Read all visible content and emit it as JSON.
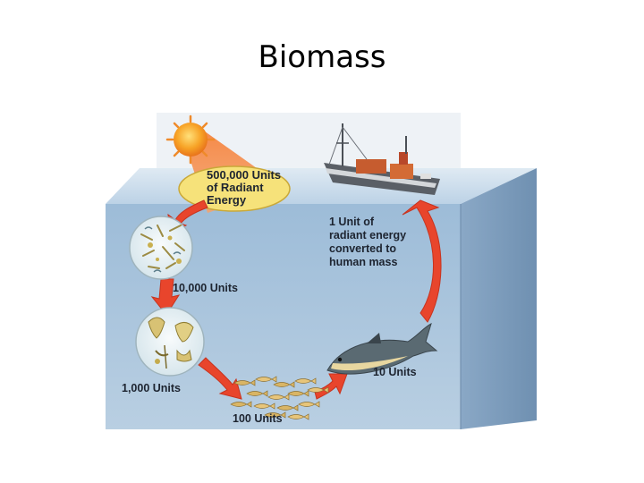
{
  "title": "Biomass",
  "labels": {
    "radiant": [
      "500,000 Units",
      "of Radiant",
      "Energy"
    ],
    "plankton": "10,000 Units",
    "zooplankton": "1,000 Units",
    "small_fish": "100 Units",
    "large_fish": "10 Units",
    "human": [
      "1 Unit of",
      "radiant energy",
      "converted to",
      "human mass"
    ]
  },
  "colors": {
    "water_front": "#a9c4dc",
    "water_side": "#7f9fbe",
    "water_top": "#cfe0ee",
    "arrow": "#e8452c",
    "sun": "#f39b23",
    "energy_ellipse": "#f6e27a"
  },
  "icons": [
    "sun-icon",
    "fishing-ship-icon",
    "phytoplankton-icon",
    "zooplankton-icon",
    "small-fish-icon",
    "tuna-icon"
  ]
}
